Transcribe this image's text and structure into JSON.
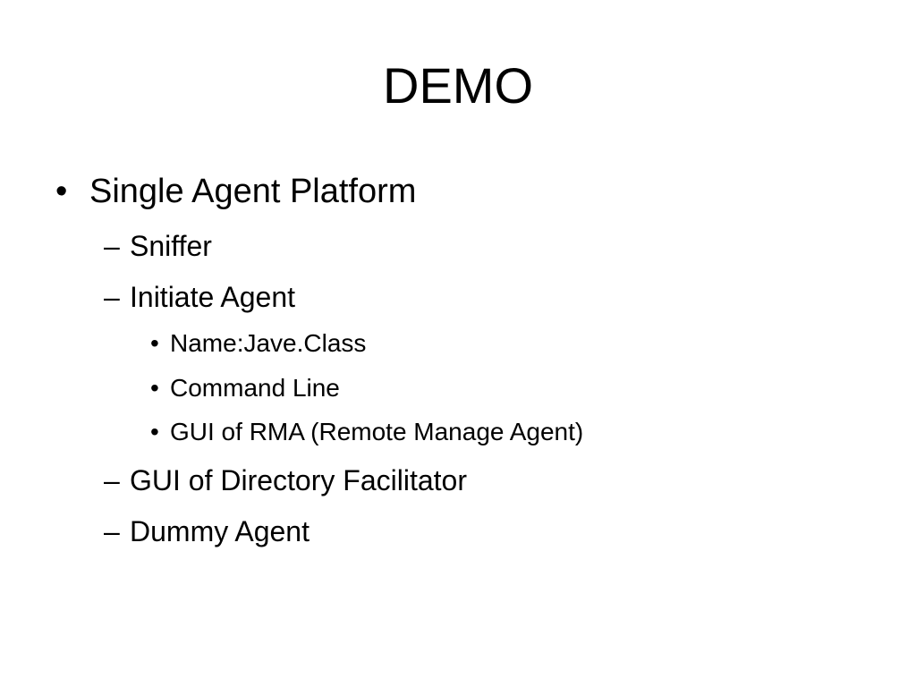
{
  "slide": {
    "title": "DEMO",
    "bullet_marker": "•",
    "dash_marker": "–",
    "items": [
      {
        "level": 1,
        "text": "Single Agent Platform"
      },
      {
        "level": 2,
        "text": "Sniffer"
      },
      {
        "level": 2,
        "text": "Initiate Agent"
      },
      {
        "level": 3,
        "text": "Name:Jave.Class"
      },
      {
        "level": 3,
        "text": "Command Line"
      },
      {
        "level": 3,
        "text": "GUI of RMA (Remote Manage Agent)"
      },
      {
        "level": 2,
        "text": "GUI of Directory Facilitator"
      },
      {
        "level": 2,
        "text": "Dummy Agent"
      }
    ]
  }
}
